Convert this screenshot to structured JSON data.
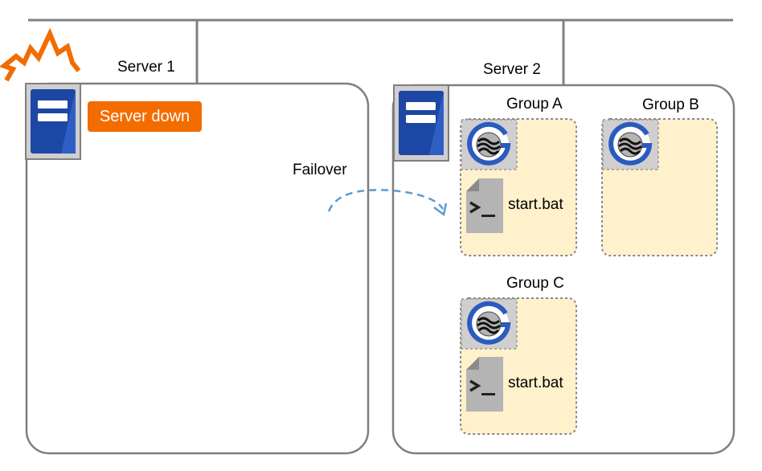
{
  "server1": {
    "label": "Server 1",
    "status": "Server down"
  },
  "server2": {
    "label": "Server 2"
  },
  "failover": {
    "label": "Failover"
  },
  "groups": [
    {
      "label": "Group A",
      "script": "start.bat"
    },
    {
      "label": "Group B"
    },
    {
      "label": "Group C",
      "script": "start.bat"
    }
  ],
  "colors": {
    "network_line": "#808080",
    "server_box_border": "#7f7f7f",
    "server_icon_blue": "#1c47a4",
    "alert_orange": "#f36c00",
    "group_fill": "#fff1cc",
    "resource_tile": "#d0cece",
    "failover_arrow": "#5b9bd5"
  },
  "icons": {
    "server": "server-icon",
    "alert": "alert-burst-icon",
    "group_resource": "group-resource-icon",
    "script": "script-file-icon"
  }
}
